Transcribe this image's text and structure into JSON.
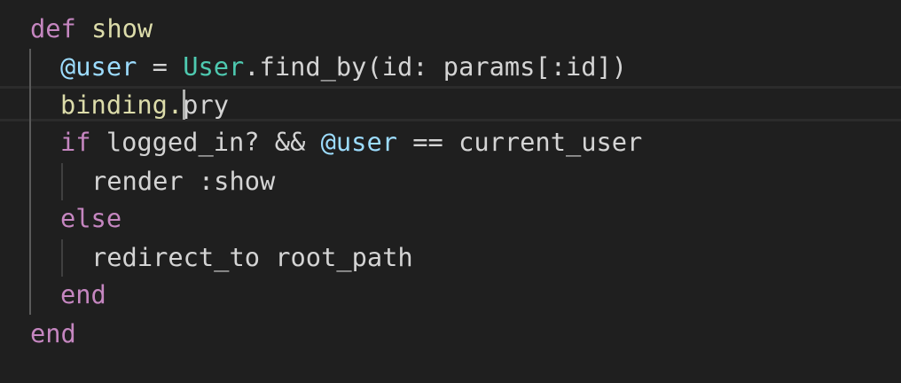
{
  "editor": {
    "theme_colors": {
      "background": "#1f1f1f",
      "keyword": "#c586c0",
      "function": "#dcdcaa",
      "instance_variable": "#9cdcfe",
      "class": "#4ec9b0",
      "text": "#d4d4d4"
    },
    "cursor": {
      "line": 3,
      "after_text": "binding."
    },
    "lines": [
      {
        "tokens": [
          "def",
          " ",
          "show"
        ]
      },
      {
        "tokens": [
          "@user",
          " = ",
          "User",
          ".find_by(id: params[:id])"
        ]
      },
      {
        "tokens": [
          "binding.",
          "pry"
        ]
      },
      {
        "tokens": [
          "if",
          " logged_in? && ",
          "@user",
          " == current_user"
        ]
      },
      {
        "tokens": [
          "render :show"
        ]
      },
      {
        "tokens": [
          "else"
        ]
      },
      {
        "tokens": [
          "redirect_to root_path"
        ]
      },
      {
        "tokens": [
          "end"
        ]
      },
      {
        "tokens": [
          "end"
        ]
      }
    ]
  }
}
